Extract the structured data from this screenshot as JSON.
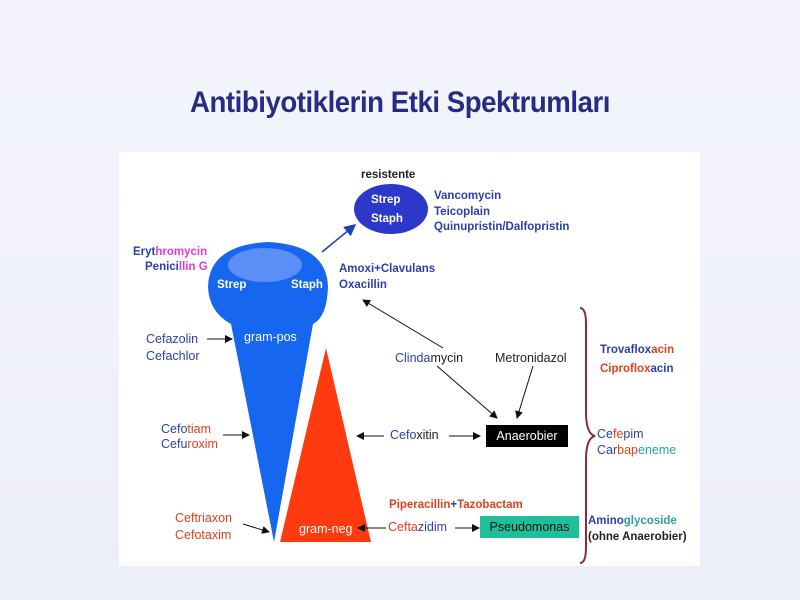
{
  "title": "Antibiyotiklerin Etki Spektrumları",
  "resistente": {
    "header": "resistente",
    "strep": "Strep",
    "staph": "Staph",
    "drugs": [
      "Vancomycin",
      "Teicoplain",
      "Quinupristin/Dalfopristin"
    ]
  },
  "ery": {
    "part1": "Eryt",
    "part2": "hromycin"
  },
  "pen": {
    "part1": "Penici",
    "part2": "llin G"
  },
  "cone_top": {
    "strep": "Strep",
    "staph": "Staph",
    "gram_pos": "gram-pos"
  },
  "amoxi": [
    "Amoxi+Clavulans",
    "Oxacillin"
  ],
  "cefazolin": [
    "Cefazolin",
    "Cefachlor"
  ],
  "clinda": {
    "part1": "Clinda",
    "part2": "mycin"
  },
  "metronidazol": "Metronidazol",
  "cefotiam": {
    "a1": "Cefo",
    "a2": "tiam",
    "b1": "Cefu",
    "b2": "roxim"
  },
  "cefoxitin": {
    "part1": "Cefo",
    "part2": "xitin"
  },
  "anaerobier": "Anaerobier",
  "trova": {
    "a1": "Trovaflox",
    "a2": "acin",
    "b1": "Ciproflox",
    "b2": "acin"
  },
  "cefepim": {
    "a1": "Ce",
    "a2": "fe",
    "a3": "pim",
    "b1": "Car",
    "b2": "bap",
    "b3": "eneme"
  },
  "pipera": {
    "a": "Piperacillin",
    "b": "+",
    "c": "Tazobactam"
  },
  "ceftriaxon": [
    "Ceftriaxon",
    "Cefotaxim"
  ],
  "gram_neg": "gram-neg",
  "ceftazidim": {
    "part1": "Cefta",
    "part2": "zidim"
  },
  "pseudomonas": "Pseudomonas",
  "amino": {
    "a1": "Amino",
    "a2": "glycoside",
    "b": "(ohne Anaerobier)"
  },
  "colors": {
    "cone_blue": "#1766f0",
    "cone_red": "#ff3a0e",
    "anaerobier_bg": "#000000",
    "pseudomonas_bg": "#1fbf9a",
    "brace": "#8a2b3a",
    "title": "#262c82"
  }
}
